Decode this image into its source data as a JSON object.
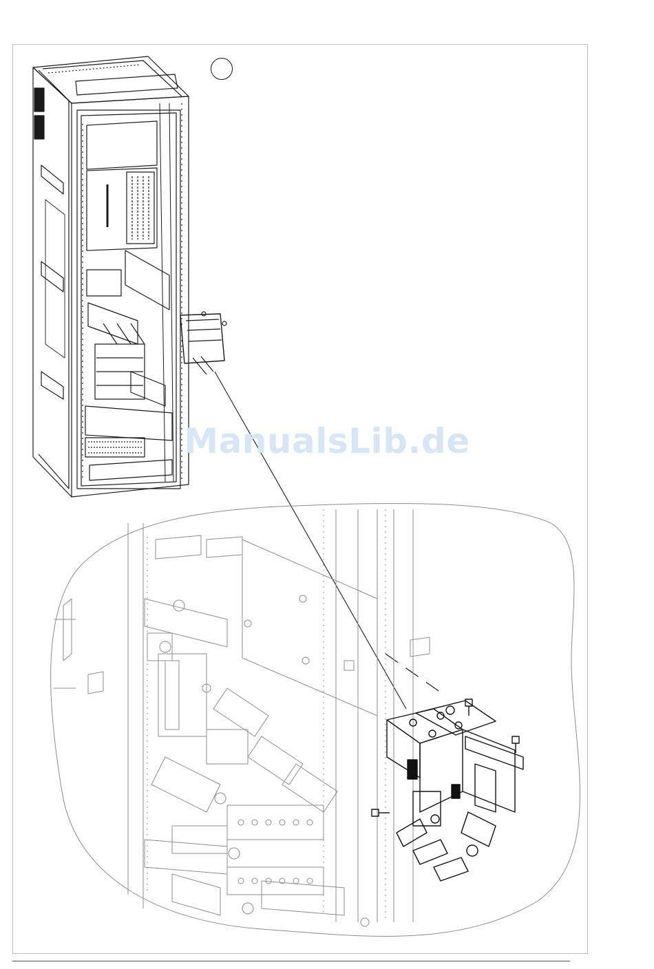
{
  "document": {
    "step_marker": "",
    "watermark": "ManualsLib.de"
  },
  "colors": {
    "line": "#1a1a1a",
    "detail_line": "#8c8c8c",
    "watermark": "#d6e6f5",
    "frame": "#bdbdbd"
  },
  "icons": [
    "cabinet-overview-drawing",
    "busbar-detail-drawing",
    "terminal-module-drawing",
    "leader-line"
  ]
}
